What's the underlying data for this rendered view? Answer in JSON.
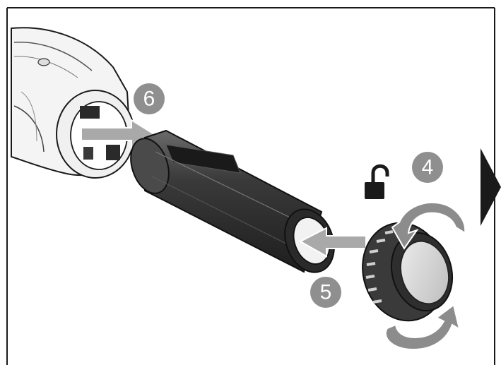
{
  "steps": {
    "step_4": "4",
    "step_5": "5",
    "step_6": "6"
  },
  "icons": {
    "unlock": "padlock-open-icon",
    "next": "next-page-arrow-icon"
  },
  "colors": {
    "badge": "#8f8f8f",
    "motion_arrow": "#a9a9a9",
    "rotate_arrow": "#8c8c8c",
    "line": "#1a1a1a",
    "next_arrow": "#1a1a1a"
  }
}
